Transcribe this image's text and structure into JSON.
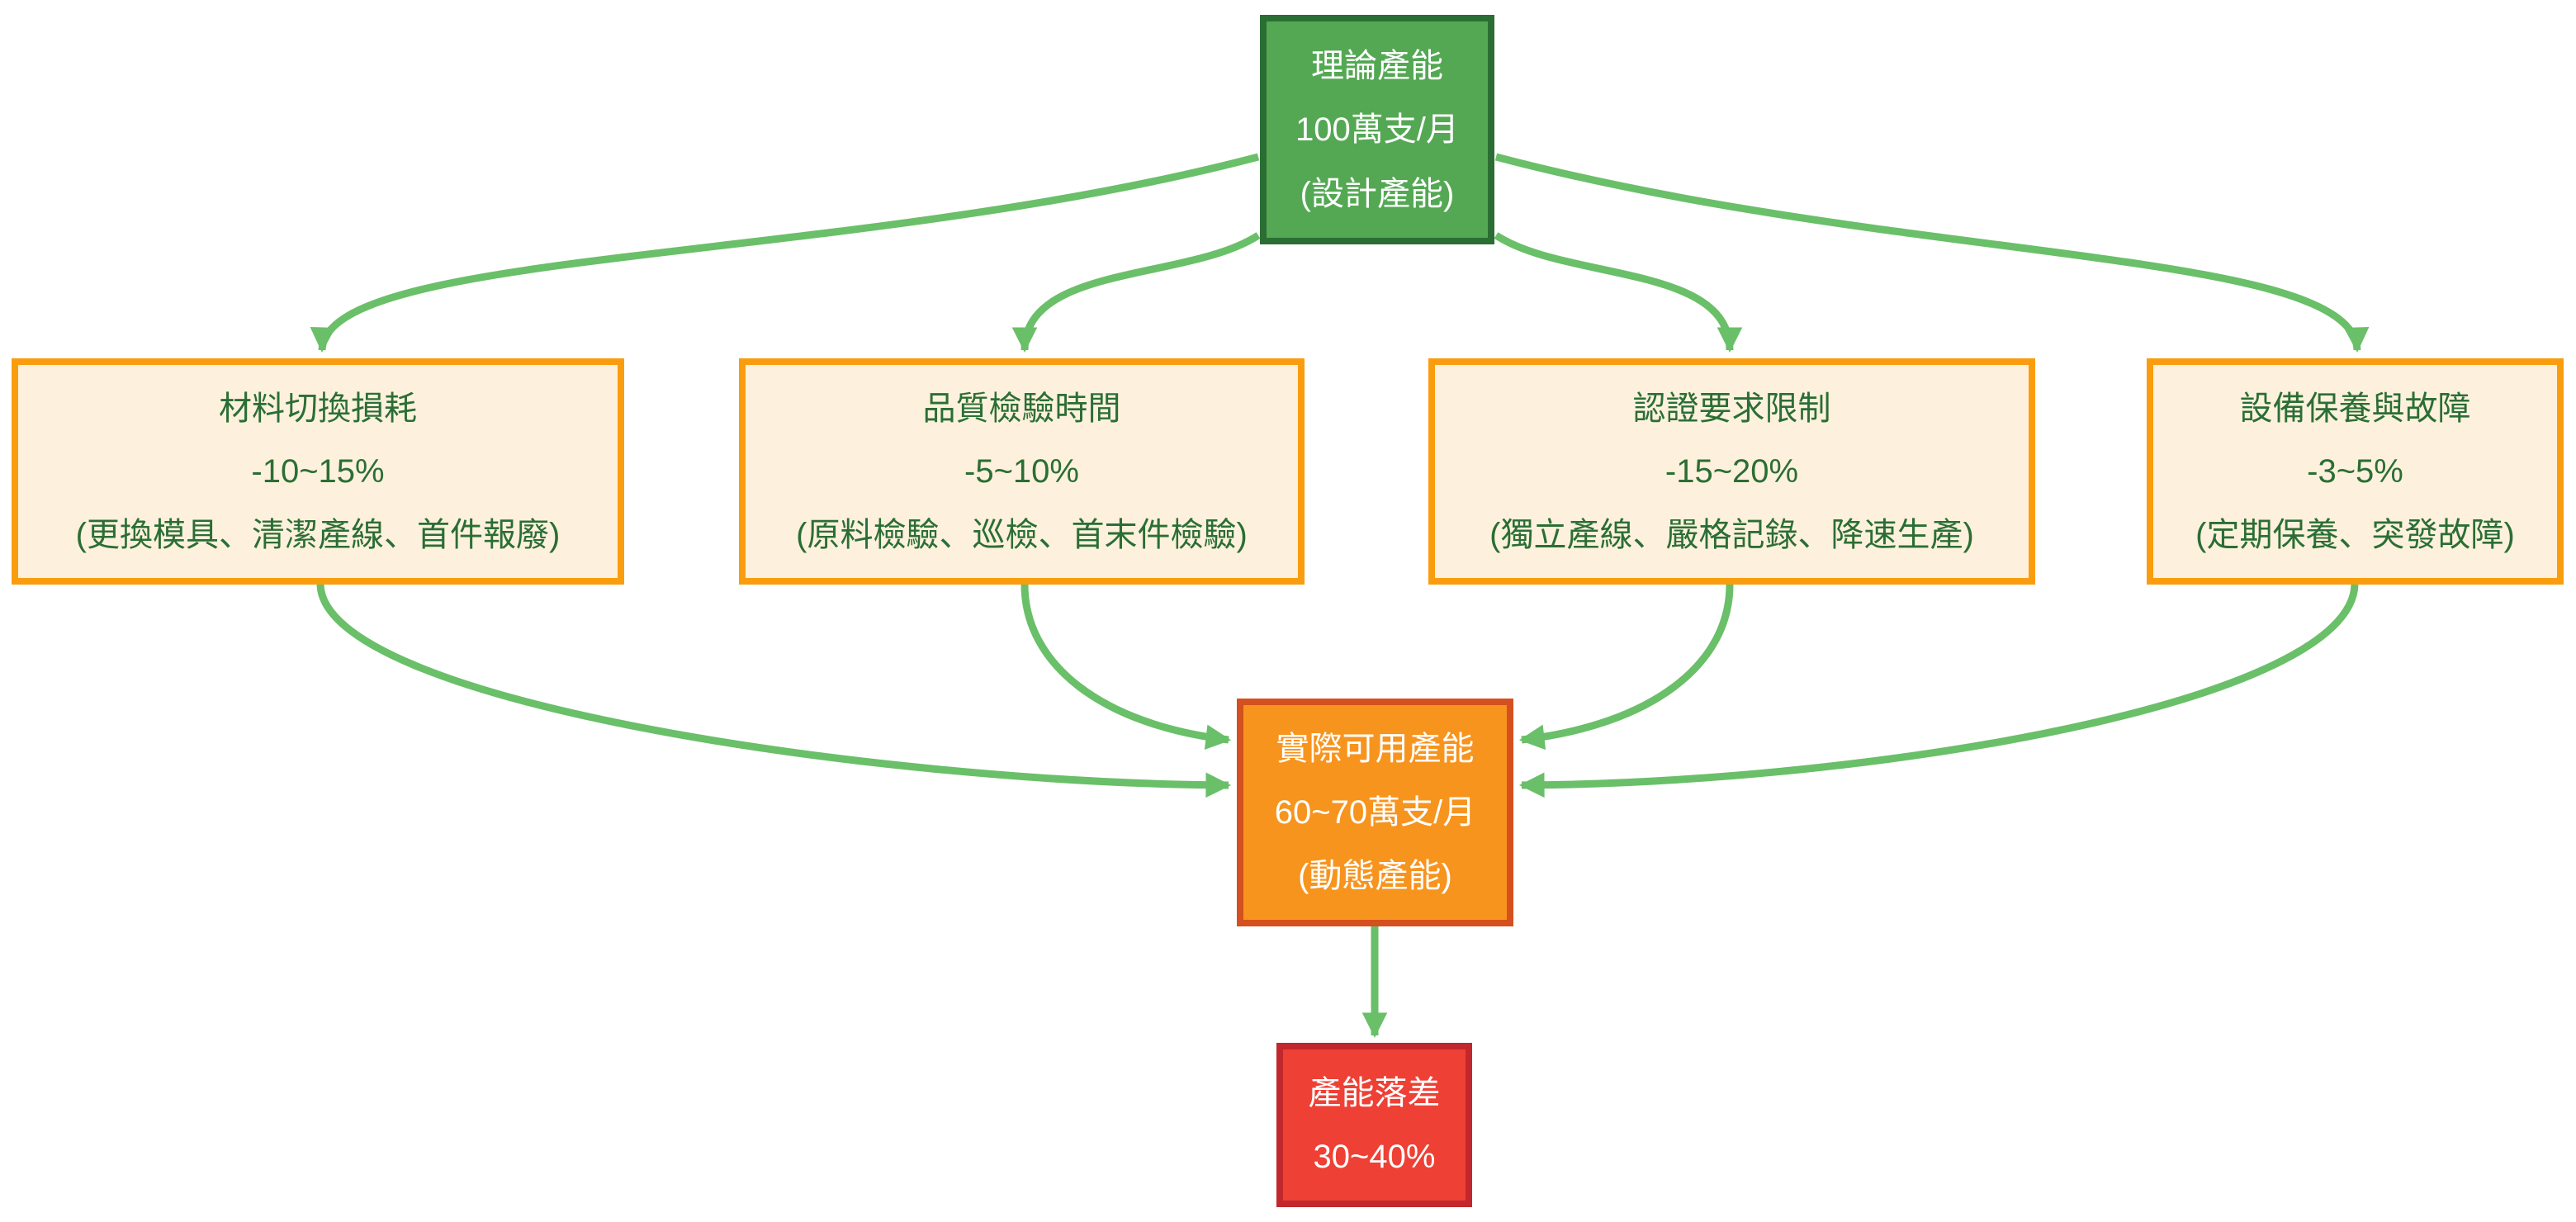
{
  "diagram": {
    "background": "#ffffff",
    "arrow_color": "#6abf69",
    "nodes": {
      "theoretical": {
        "title": "理論產能",
        "value": "100萬支/月",
        "note": "(設計產能)",
        "fill": "#54a853",
        "border": "#2b6e33",
        "text_color": "#ffffff"
      },
      "material": {
        "title": "材料切換損耗",
        "value": "-10~15%",
        "note": "(更換模具、清潔產線、首件報廢)",
        "fill": "#fdf1dd",
        "border": "#f99d0e",
        "text_color": "#2b6e35"
      },
      "quality": {
        "title": "品質檢驗時間",
        "value": "-5~10%",
        "note": "(原料檢驗、巡檢、首末件檢驗)",
        "fill": "#fdf1dd",
        "border": "#f99d0e",
        "text_color": "#2b6e35"
      },
      "certification": {
        "title": "認證要求限制",
        "value": "-15~20%",
        "note": "(獨立產線、嚴格記錄、降速生產)",
        "fill": "#fdf1dd",
        "border": "#f99d0e",
        "text_color": "#2b6e35"
      },
      "maintenance": {
        "title": "設備保養與故障",
        "value": "-3~5%",
        "note": "(定期保養、突發故障)",
        "fill": "#fdf1dd",
        "border": "#f99d0e",
        "text_color": "#2b6e35"
      },
      "actual": {
        "title": "實際可用產能",
        "value": "60~70萬支/月",
        "note": "(動態產能)",
        "fill": "#f7941e",
        "border": "#d4501e",
        "text_color": "#ffffff"
      },
      "gap": {
        "title": "產能落差",
        "value": "30~40%",
        "fill": "#ee4035",
        "border": "#c1272d",
        "text_color": "#ffffff"
      }
    },
    "edges": [
      {
        "from": "theoretical",
        "to": "material"
      },
      {
        "from": "theoretical",
        "to": "quality"
      },
      {
        "from": "theoretical",
        "to": "certification"
      },
      {
        "from": "theoretical",
        "to": "maintenance"
      },
      {
        "from": "material",
        "to": "actual"
      },
      {
        "from": "quality",
        "to": "actual"
      },
      {
        "from": "certification",
        "to": "actual"
      },
      {
        "from": "maintenance",
        "to": "actual"
      },
      {
        "from": "actual",
        "to": "gap"
      }
    ]
  }
}
